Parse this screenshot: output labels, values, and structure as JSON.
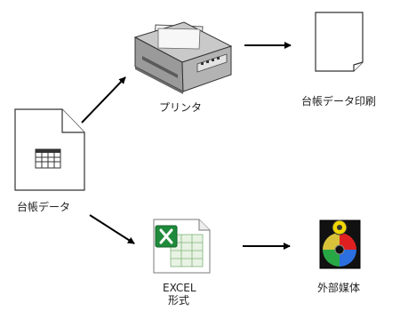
{
  "nodes": {
    "source": {
      "label": "台帳データ",
      "icon": "document-icon"
    },
    "printer": {
      "label": "プリンタ",
      "icon": "printer-icon"
    },
    "printed": {
      "label": "台帳データ印刷",
      "icon": "printed-page-icon"
    },
    "excel": {
      "label_line1": "EXCEL",
      "label_line2": "形式",
      "icon": "excel-file-icon"
    },
    "media": {
      "label": "外部媒体",
      "icon": "external-media-icon"
    }
  },
  "edges": [
    {
      "from": "source",
      "to": "printer"
    },
    {
      "from": "printer",
      "to": "printed"
    },
    {
      "from": "source",
      "to": "excel"
    },
    {
      "from": "excel",
      "to": "media"
    }
  ]
}
